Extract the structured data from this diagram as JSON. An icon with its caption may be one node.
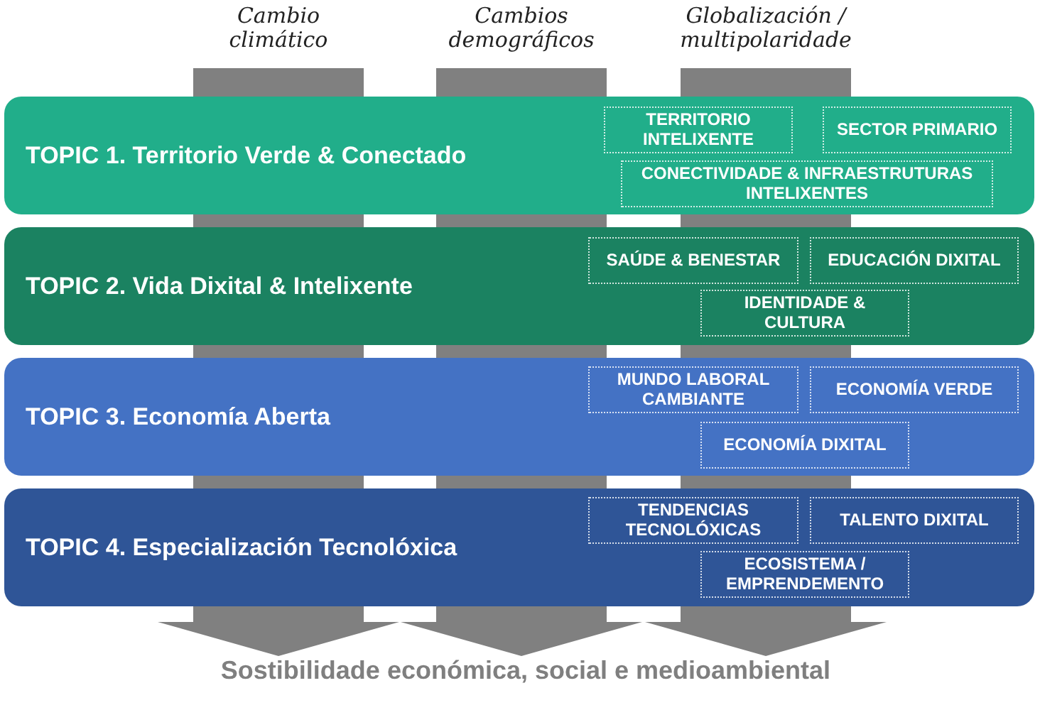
{
  "diagram": {
    "nodes": [
      {
        "text": [
          "Cambio climático"
        ]
      },
      {
        "text": [
          "Cambios demográficos"
        ]
      },
      {
        "text": [
          "Globalización / multipolaridade"
        ]
      },
      {
        "text": [
          "TOPIC 1. Territorio Verde & Conectado"
        ]
      },
      {
        "text": [
          "TERRITORIO INTELIXENTE"
        ],
        "in": 3
      },
      {
        "text": [
          "SECTOR PRIMARIO"
        ],
        "in": 3
      },
      {
        "text": [
          "CONECTIVIDADE & INFRAESTRUTURAS INTELIXENTES"
        ],
        "in": 3
      },
      {
        "text": [
          "TOPIC 2. Vida Dixital & Intelixente"
        ]
      },
      {
        "text": [
          "SAÚDE & BENESTAR"
        ],
        "in": 7
      },
      {
        "text": [
          "EDUCACIÓN DIXITAL"
        ],
        "in": 7
      },
      {
        "text": [
          "IDENTIDADE & CULTURA"
        ],
        "in": 7
      },
      {
        "text": [
          "TOPIC 3. Economía Aberta"
        ]
      },
      {
        "text": [
          "MUNDO LABORAL CAMBIANTE"
        ],
        "in": 11
      },
      {
        "text": [
          "ECONOMÍA VERDE"
        ],
        "in": 11
      },
      {
        "text": [
          "ECONOMÍA DIXITAL"
        ],
        "in": 11
      },
      {
        "text": [
          "TOPIC 4. Especialización Tecnolóxica"
        ]
      },
      {
        "text": [
          "TENDENCIAS TECNOLÓXICAS"
        ],
        "in": 15
      },
      {
        "text": [
          "TALENTO DIXITAL"
        ],
        "in": 15
      },
      {
        "text": [
          "ECOSISTEMA / EMPRENDEMENTO"
        ],
        "in": 15
      },
      {
        "text": [
          "Sostibilidade económica, social e medioambiental"
        ]
      }
    ],
    "edges": [
      {
        "from": 0,
        "to": 19,
        "arrow": "to"
      },
      {
        "from": 1,
        "to": 19,
        "arrow": "to"
      },
      {
        "from": 2,
        "to": 19,
        "arrow": "to"
      }
    ]
  }
}
